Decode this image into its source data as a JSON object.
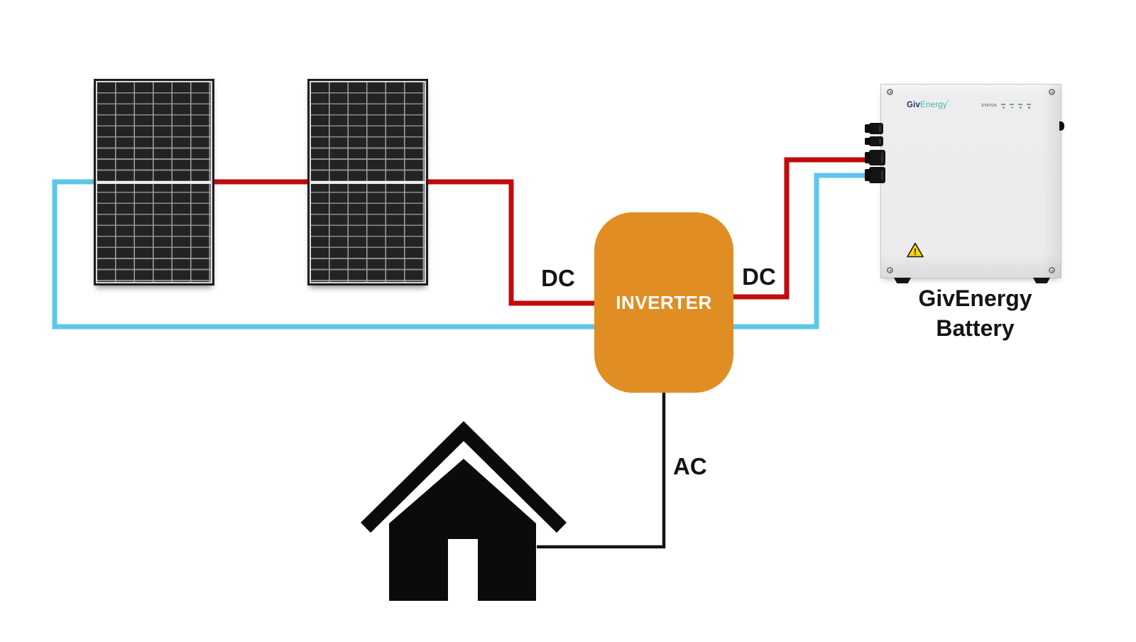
{
  "wiring": {
    "dc_left_label": "DC",
    "dc_right_label": "DC",
    "ac_label": "AC",
    "dc_wire_color": "#C20B0B",
    "battery_wire_color": "#5CC7E8",
    "ac_wire_color": "#141414"
  },
  "inverter": {
    "label": "INVERTER",
    "fill_color": "#E08E24",
    "text_color": "#FFFFFF"
  },
  "house": {
    "color": "#0B0B0B"
  },
  "battery": {
    "caption_line1": "GivEnergy",
    "caption_line2": "Battery",
    "logo_prefix": "Giv",
    "logo_suffix": "Energy",
    "logo_mark": "’",
    "logo_prefix_color": "#1E3A5F",
    "logo_suffix_color": "#3BB8A9",
    "status_label": "STATUS",
    "warning_mark": "!",
    "warning_color": "#F4D70D"
  }
}
